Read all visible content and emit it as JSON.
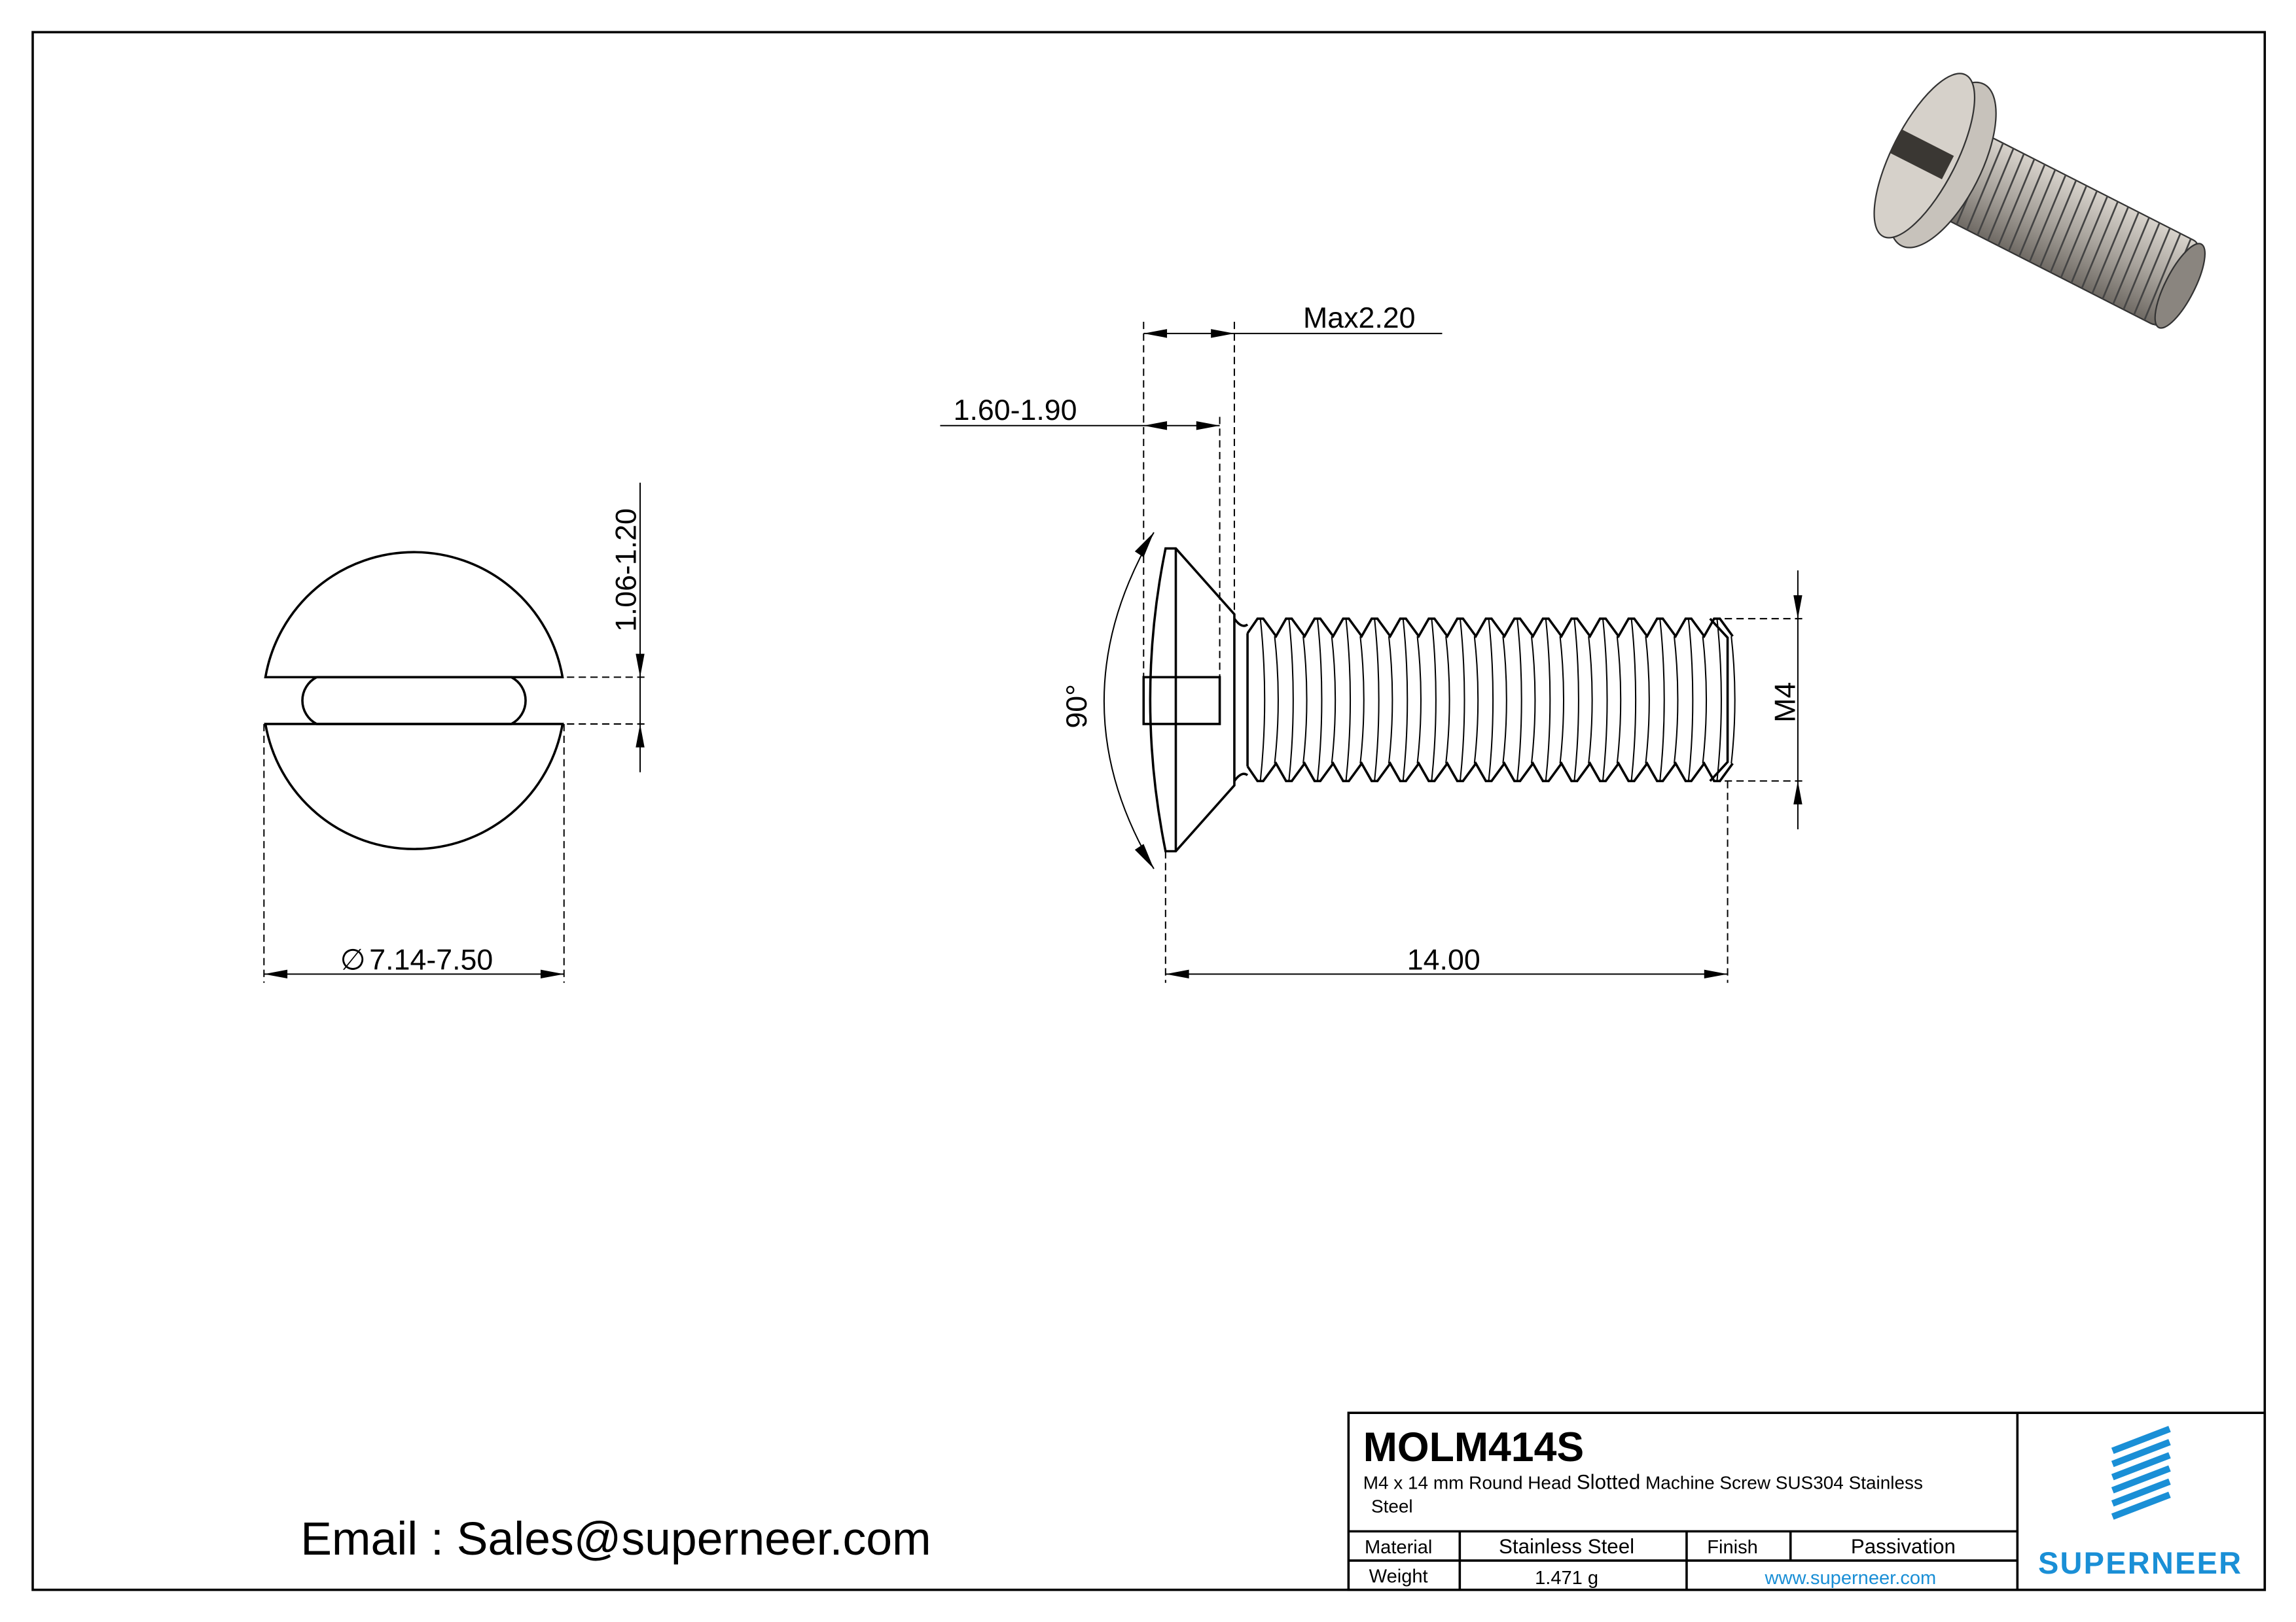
{
  "drawing": {
    "dimensions": {
      "head_diameter": "7.14-7.50",
      "diameter_symbol": "∅",
      "slot_depth": "1.06-1.20",
      "head_height_max": "Max2.20",
      "head_height_range": "1.60-1.90",
      "length": "14.00",
      "thread": "M4",
      "countersink_angle": "90°"
    }
  },
  "contact": {
    "email": "Email : Sales@superneer.com"
  },
  "title_block": {
    "part_number": "MOLM414S",
    "description_prefix": "M4 x 14 mm Round Head ",
    "description_slotted": "Slotted",
    "description_suffix": " Machine Screw SUS304 Stainless",
    "description_line2": " Steel",
    "material_label": "Material",
    "material_value": "Stainless Steel",
    "finish_label": "Finish",
    "finish_value": "Passivation",
    "weight_label": "Weight",
    "weight_value": "1.471 g",
    "website": "www.superneer.com",
    "brand": "SUPERNEER"
  },
  "colors": {
    "brand_blue": "#1a8fd6",
    "screw_grey": "#b9b4ad"
  }
}
